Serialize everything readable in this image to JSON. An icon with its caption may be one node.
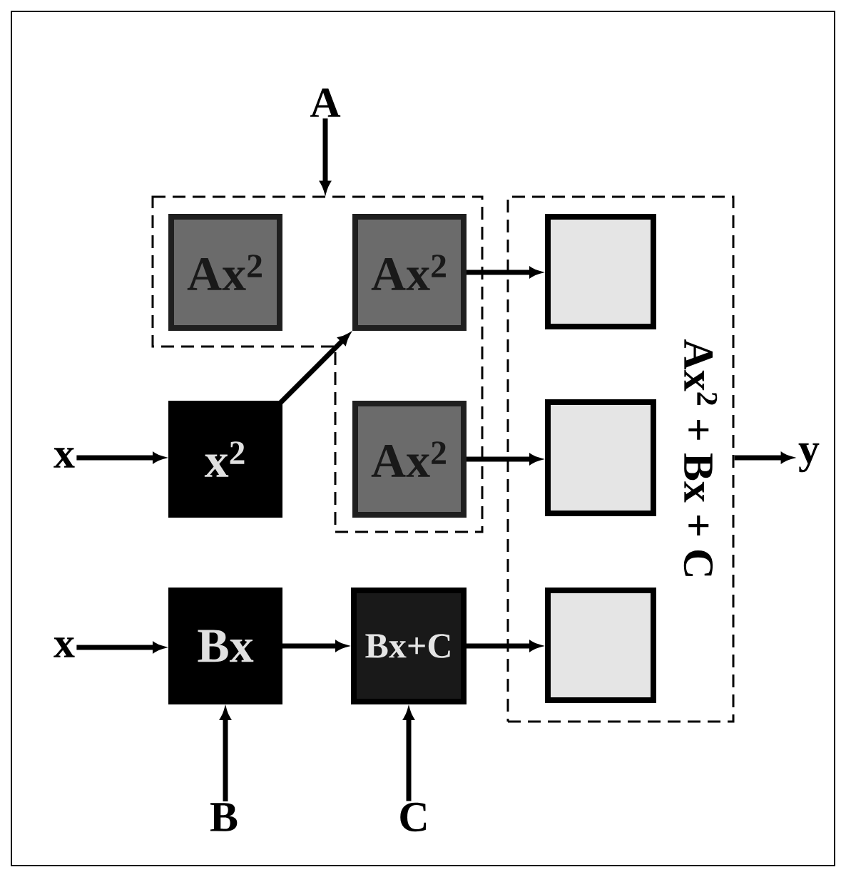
{
  "diagram": {
    "nodes": [
      {
        "text": [
          "A"
        ]
      },
      {
        "text": [],
        "shape": "box"
      },
      {
        "text": [
          "Ax$^{2}$"
        ],
        "in": 1
      },
      {
        "text": [
          "Ax$^{2}$"
        ],
        "in": 1
      },
      {
        "text": [
          "x"
        ]
      },
      {
        "text": [
          "x$^{2}$"
        ]
      },
      {
        "text": [
          "Ax$^{2}$"
        ],
        "in": 1
      },
      {
        "text": [
          "Ax$^{2}$ + Bx + C"
        ]
      },
      {
        "text": [],
        "shape": "box",
        "in": 7
      },
      {
        "text": [],
        "shape": "box",
        "in": 7
      },
      {
        "text": [],
        "shape": "box",
        "in": 7
      },
      {
        "text": [
          "y"
        ]
      },
      {
        "text": [
          "x"
        ]
      },
      {
        "text": [
          "Bx"
        ]
      },
      {
        "text": [
          "Bx+C"
        ]
      },
      {
        "text": [
          "B"
        ]
      },
      {
        "text": [
          "C"
        ]
      }
    ],
    "edges": [
      {
        "from": 0,
        "to": 1,
        "arrow": "to"
      },
      {
        "from": 4,
        "to": 5,
        "arrow": "to"
      },
      {
        "from": 5,
        "to": 3,
        "arrow": "to"
      },
      {
        "from": 3,
        "to": 8,
        "arrow": "to"
      },
      {
        "from": 6,
        "to": 9,
        "arrow": "to"
      },
      {
        "from": 7,
        "to": 11,
        "arrow": "to"
      },
      {
        "from": 12,
        "to": 13,
        "arrow": "to"
      },
      {
        "from": 13,
        "to": 14,
        "arrow": "to"
      },
      {
        "from": 14,
        "to": 10,
        "arrow": "to"
      },
      {
        "from": 15,
        "to": 13,
        "arrow": "to"
      },
      {
        "from": 16,
        "to": 14,
        "arrow": "to"
      }
    ]
  }
}
